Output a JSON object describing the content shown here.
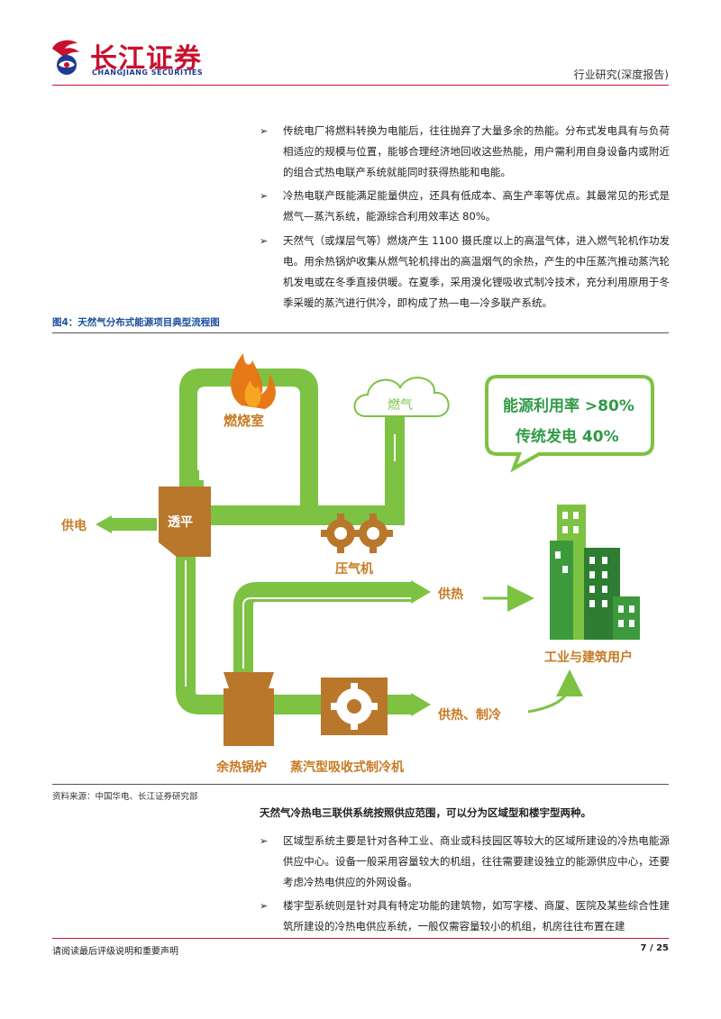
{
  "header": {
    "logo_cn": "长江证券",
    "logo_en": "CHANGJIANG SECURITIES",
    "report_type": "行业研究(深度报告)"
  },
  "bullets_top": [
    "传统电厂将燃料转换为电能后，往往抛弃了大量多余的热能。分布式发电具有与负荷相适应的规模与位置，能够合理经济地回收这些热能，用户需利用自身设备内或附近的组合式热电联产系统就能同时获得热能和电能。",
    "冷热电联产既能满足能量供应，还具有低成本、高生产率等优点。其最常见的形式是燃气—蒸汽系统，能源综合利用效率达 80%。",
    "天然气（或煤层气等）燃烧产生 1100 摄氏度以上的高温气体，进入燃气轮机作功发电。用余热锅炉收集从燃气轮机排出的高温烟气的余热，产生的中压蒸汽推动蒸汽轮机发电或在冬季直接供暖。在夏季，采用溴化锂吸收式制冷技术，充分利用原用于冬季采暖的蒸汽进行供冷，即构成了热—电—冷多联产系统。"
  ],
  "figure": {
    "caption": "图4：天然气分布式能源项目典型流程图",
    "labels": {
      "combustion_chamber": "燃烧室",
      "gas": "燃气",
      "turbine": "透平",
      "power_supply": "供电",
      "compressor": "压气机",
      "heat_supply": "供热",
      "heat_cool_supply": "供热、制冷",
      "waste_heat_boiler": "余热锅炉",
      "absorption_chiller": "蒸汽型吸收式制冷机",
      "users": "工业与建筑用户",
      "efficiency_line1": "能源利用率 >80%",
      "efficiency_line2": "传统发电 40%"
    },
    "colors": {
      "pipe_green": "#7dc242",
      "equipment_brown": "#b8772b",
      "building_green": "#3c9a3c",
      "text_orange": "#c77a22",
      "bubble_green": "#2f9a46"
    }
  },
  "source": "资料来源：中国华电、长江证券研究部",
  "para_bold": "天然气冷热电三联供系统按照供应范围，可以分为区域型和楼宇型两种。",
  "bullets_bottom": [
    "区域型系统主要是针对各种工业、商业或科技园区等较大的区域所建设的冷热电能源供应中心。设备一般采用容量较大的机组，往往需要建设独立的能源供应中心，还要考虑冷热电供应的外网设备。",
    "楼宇型系统则是针对具有特定功能的建筑物，如写字楼、商厦、医院及某些综合性建筑所建设的冷热电供应系统，一般仅需容量较小的机组，机房往往布置在建"
  ],
  "footer": {
    "disclaimer": "请阅读最后评级说明和重要声明",
    "page": "7 / 25"
  }
}
